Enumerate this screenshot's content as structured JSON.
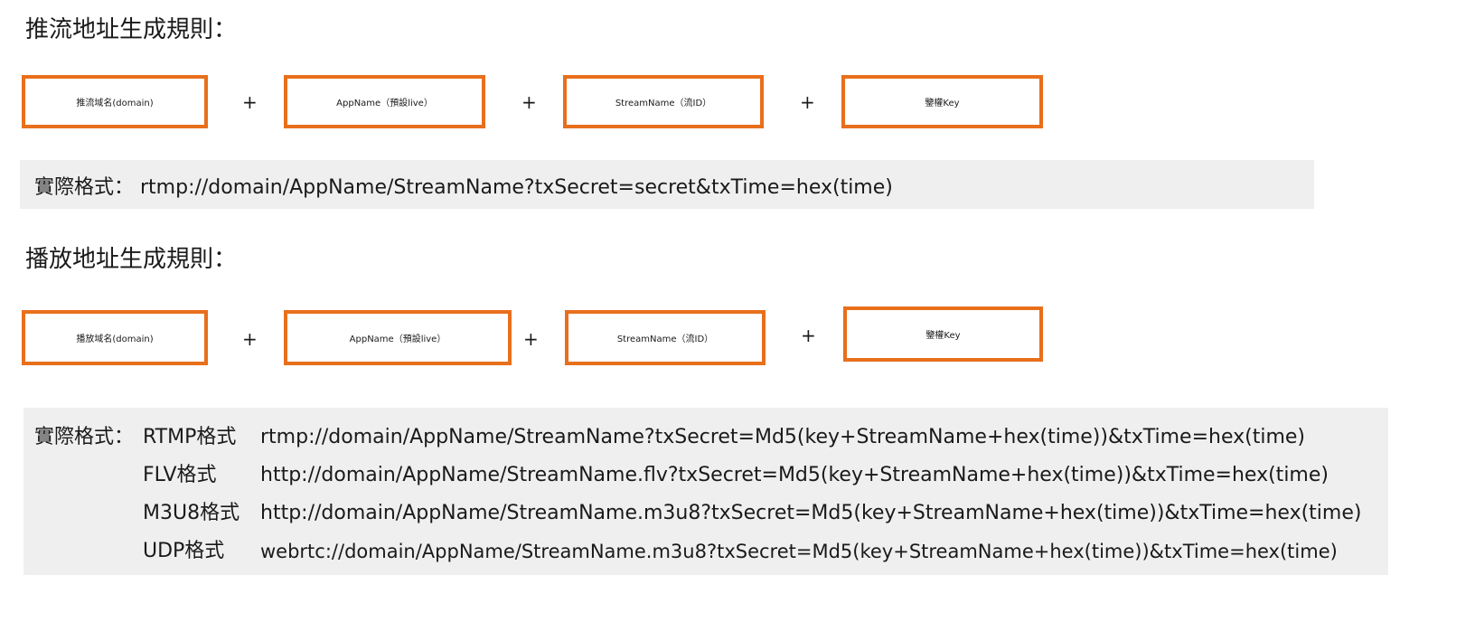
{
  "push": {
    "heading": "推流地址生成規則：",
    "boxes": [
      "推流域名(domain)",
      "AppName（預設live）",
      "StreamName（流ID）",
      "鑒權Key"
    ],
    "plus": "+",
    "format_label": "實際格式：",
    "format_value": "rtmp://domain/AppName/StreamName?txSecret=secret&txTime=hex(time)"
  },
  "play": {
    "heading": "播放地址生成規則：",
    "boxes": [
      "播放域名(domain)",
      "AppName（預設live）",
      "StreamName（流ID）",
      "鑒權Key"
    ],
    "plus": "+",
    "format_label": "實際格式：",
    "formats": [
      {
        "name": "RTMP格式",
        "url": "rtmp://domain/AppName/StreamName?txSecret=Md5(key+StreamName+hex(time))&txTime=hex(time)"
      },
      {
        "name": "FLV格式",
        "url": "http://domain/AppName/StreamName.flv?txSecret=Md5(key+StreamName+hex(time))&txTime=hex(time)"
      },
      {
        "name": "M3U8格式",
        "url": "http://domain/AppName/StreamName.m3u8?txSecret=Md5(key+StreamName+hex(time))&txTime=hex(time)"
      },
      {
        "name": "UDP格式",
        "url": "webrtc://domain/AppName/StreamName.m3u8?txSecret=Md5(key+StreamName+hex(time))&txTime=hex(time)"
      }
    ]
  },
  "colors": {
    "box_border": "#e86f1c",
    "panel_bg": "#efefef"
  }
}
